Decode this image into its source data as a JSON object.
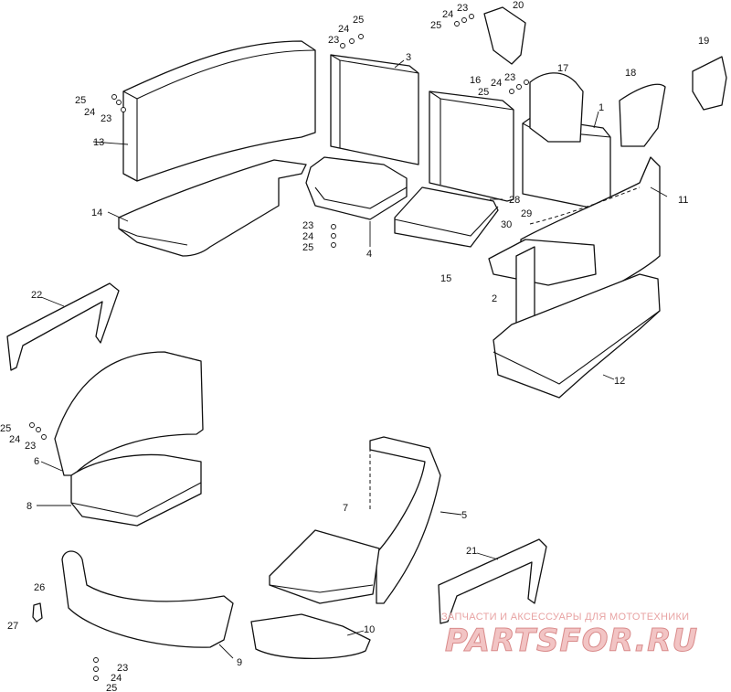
{
  "diagram": {
    "callouts": {
      "c1": "1",
      "c2": "2",
      "c3": "3",
      "c4": "4",
      "c5": "5",
      "c6": "6",
      "c7": "7",
      "c8": "8",
      "c9": "9",
      "c10": "10",
      "c11": "11",
      "c12": "12",
      "c13": "13",
      "c14": "14",
      "c15": "15",
      "c16": "16",
      "c17": "17",
      "c18": "18",
      "c19": "19",
      "c20": "20",
      "c21": "21",
      "c22": "22",
      "c26": "26",
      "c27": "27",
      "c28": "28",
      "c29": "29",
      "c30": "30"
    },
    "hardware_groups": [
      {
        "a": "25",
        "b": "24",
        "c": "23"
      },
      {
        "a": "25",
        "b": "24",
        "c": "23"
      },
      {
        "a": "25",
        "b": "24",
        "c": "23"
      },
      {
        "a": "25",
        "b": "24",
        "c": "23"
      },
      {
        "a": "25",
        "b": "24",
        "c": "23"
      },
      {
        "a": "25",
        "b": "24",
        "c": "23"
      },
      {
        "a": "25",
        "b": "24",
        "c": "23"
      }
    ]
  },
  "watermark": {
    "tagline": "ЗАПЧАСТИ И АКСЕССУАРЫ ДЛЯ МОТОТЕХНИКИ",
    "brand": "PARTSFOR.RU",
    "colors": {
      "text": "#e8a3a3",
      "fill": "#f2c4c4"
    }
  }
}
